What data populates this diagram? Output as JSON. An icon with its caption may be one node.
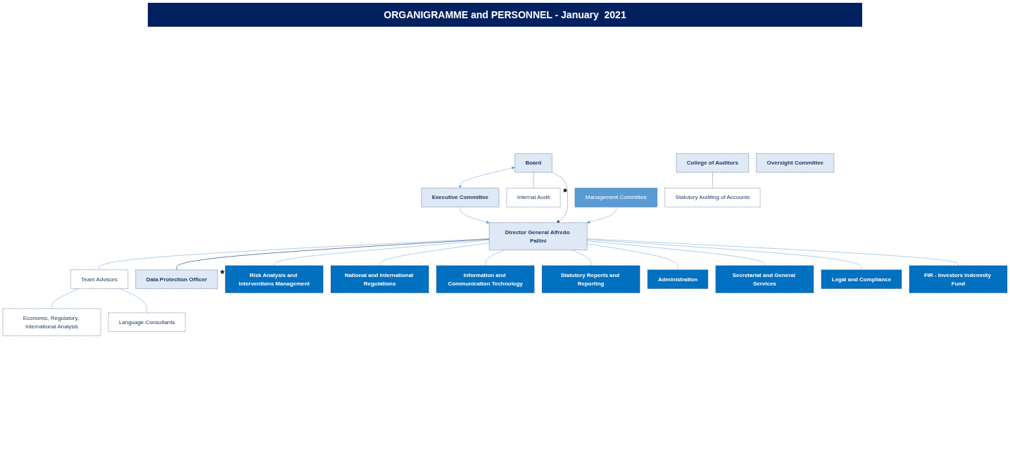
{
  "diagram": {
    "title": "ORGANIGRAMME and PERSONNEL - January  2021",
    "nodes": [
      {
        "text": [
          "Oversight Committee"
        ]
      },
      {
        "text": [
          "College of Auditors"
        ]
      },
      {
        "text": [
          "Board"
        ]
      },
      {
        "text": [
          "Executive Committee"
        ]
      },
      {
        "text": [
          "Internal Audit"
        ],
        "beside": [
          "*"
        ]
      },
      {
        "text": [
          "Statutory Auditing of Accounts"
        ]
      },
      {
        "text": [
          "Director General Alfredo Pallini"
        ]
      },
      {
        "text": [
          "Team Advisors"
        ]
      },
      {
        "text": [
          "Economic, Regulatory, International Analysis"
        ]
      },
      {
        "text": [
          "Data Protection Officer"
        ],
        "beside": [
          "*"
        ]
      },
      {
        "text": [
          "Language Consultants"
        ]
      },
      {
        "text": [
          "Management Committee"
        ]
      },
      {
        "text": [
          "Risk Analysis and Interventions Management"
        ]
      },
      {
        "text": [
          "National and International Regulations"
        ]
      },
      {
        "text": [
          "Information and Communication Technology"
        ]
      },
      {
        "text": [
          "Statutory Reports and Reporting"
        ]
      },
      {
        "text": [
          "Administration"
        ]
      },
      {
        "text": [
          "Secretariat and General Services"
        ]
      },
      {
        "text": [
          "Legal and Compliance"
        ]
      },
      {
        "text": [
          "FIR - Investors Indemnity Fund"
        ]
      }
    ],
    "edges": [
      {
        "from": 2,
        "to": 3,
        "arrow": "both"
      },
      {
        "from": 1,
        "to": 5,
        "arrow": "none",
        "style": "dashed",
        "color": "#1f3864"
      },
      {
        "from": 2,
        "to": 4,
        "arrow": "none",
        "style": "dashed",
        "color": "#1f3864"
      },
      {
        "from": 2,
        "to": 6,
        "arrow": "to",
        "style": "dashed",
        "color": "#1f3864"
      },
      {
        "from": 3,
        "to": 6,
        "arrow": "to"
      },
      {
        "from": 6,
        "to": 7,
        "arrow": "none"
      },
      {
        "from": 7,
        "to": 8,
        "arrow": "none"
      },
      {
        "from": 7,
        "to": 10,
        "arrow": "none"
      },
      {
        "from": 6,
        "to": 9,
        "arrow": "none",
        "color": "#1f3864"
      },
      {
        "from": 11,
        "to": 6,
        "arrow": "to"
      },
      {
        "from": 6,
        "to": 12,
        "arrow": "none"
      },
      {
        "from": 6,
        "to": 13,
        "arrow": "none"
      },
      {
        "from": 6,
        "to": 14,
        "arrow": "none"
      },
      {
        "from": 6,
        "to": 15,
        "arrow": "none"
      },
      {
        "from": 6,
        "to": 16,
        "arrow": "none"
      },
      {
        "from": 6,
        "to": 17,
        "arrow": "none"
      },
      {
        "from": 6,
        "to": 18,
        "arrow": "none"
      },
      {
        "from": 6,
        "to": 19,
        "arrow": "none"
      }
    ]
  }
}
